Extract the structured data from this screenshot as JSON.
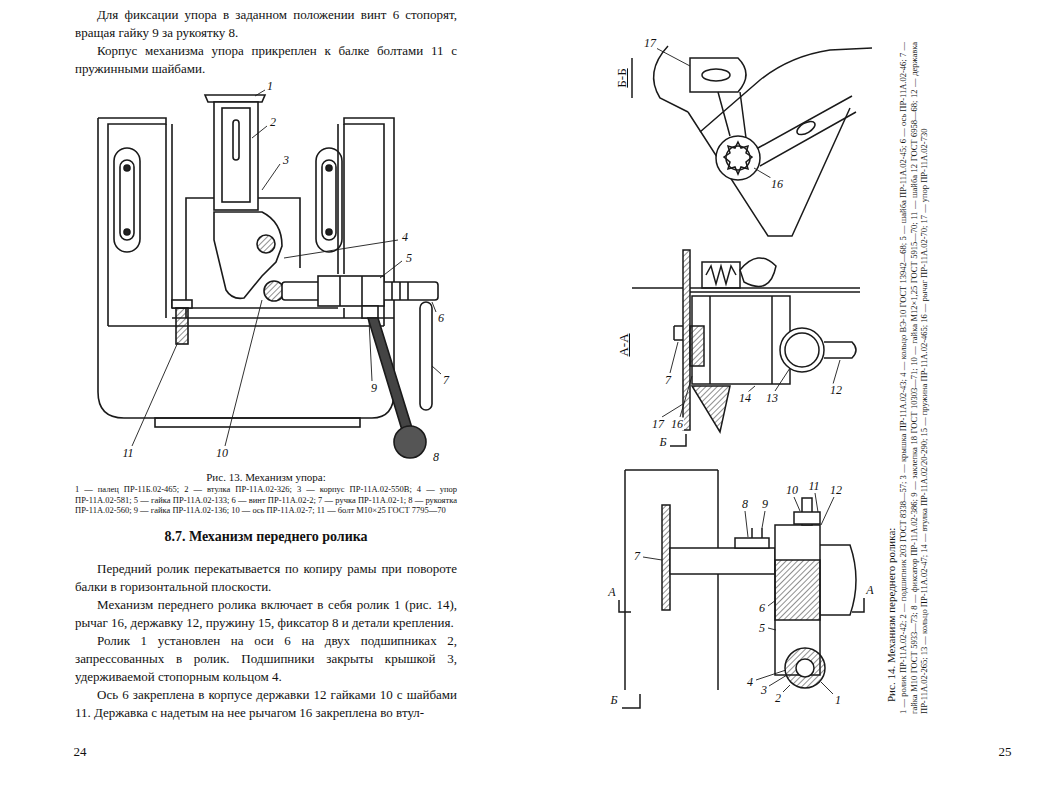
{
  "diagram": {
    "labels": [
      "Для фиксации упора в заданном положении винт 6 стопорят, вращая гайку 9 за рукоятку 8.",
      "Корпус механизма упора прикреплен к балке болтами 11 с пружинными шайбами.",
      "1",
      "2",
      "3",
      "4",
      "5",
      "6",
      "7",
      "8",
      "9",
      "10",
      "11",
      "Рис. 13. Механизм упора:",
      "1 — палец ПР-11Б.02-465; 2 — втулка ПР-11А.02-326; 3 — корпус ПР-11А.02-550В; 4 — упор ПР-11А.02-581; 5 — гайка ПР-11А.02-133; 6 — винт ПР-11А.02-2; 7 — ручка ПР-11А.02-1; 8 — рукоятка ПР-11А.02-560; 9 — гайка ПР-11А.02-136; 10 — ось ПР-11А.02-7; 11 — болт М10×25 ГОСТ 7795—70",
      "8.7. Механизм переднего ролика",
      "Передний ролик перекатывается по копиру рамы при повороте балки в горизонтальной плоскости.",
      "Механизм переднего ролика включает в себя ролик 1 (рис. 14), рычаг 16, державку 12, пружину 15, фиксатор 8 и детали крепления.",
      "Ролик 1 установлен на оси 6 на двух подшипниках 2, запрессованных в ролик. Подшипники закрыты крышкой 3, удерживаемой стопорным кольцом 4.",
      "Ось 6 закреплена в корпусе державки 12 гайками 10 с шайбами 11. Державка с надетым на нее рычагом 16 закреплена во втул-",
      "24",
      "25",
      "Б-Б",
      "17",
      "16",
      "А-А",
      "7",
      "17",
      "16",
      "14",
      "13",
      "12",
      "Б",
      "7",
      "8",
      "9",
      "10",
      "11",
      "12",
      "6",
      "5",
      "4",
      "3",
      "2",
      "1",
      "А",
      "А",
      "Б",
      "Рис. 14. Механизм переднего ролика:",
      "1 — ролик ПР-11А.02-42; 2 — подшипник 203 ГОСТ 8338—57; 3 — крышка ПР-11А.02-43; 4 — кольцо ВЭ-10 ГОСТ 13942—68; 5 — шайба ПР-11А.02-45; 6 — ось ПР-11А.02-46; 7 — гайка М10 ГОСТ 5933—73; 8 — фиксатор ПР-11А.02-386; 9 — заклепка 18 ГОСТ 10303—71; 10 — гайка М12×1,25 ГОСТ 5915—70; 11 — шайба 12 ГОСТ 6958—68; 12 — державка ПР-11А.02-265; 13 — кольцо ПР-11А.02-47; 14 — втулка ПР-11А.02/20-290; 15 — пружина ПР-11А.02-465; 16 — рычаг ПР-11А.02-70; 17 — упор ПР-11А.02-730"
    ]
  }
}
